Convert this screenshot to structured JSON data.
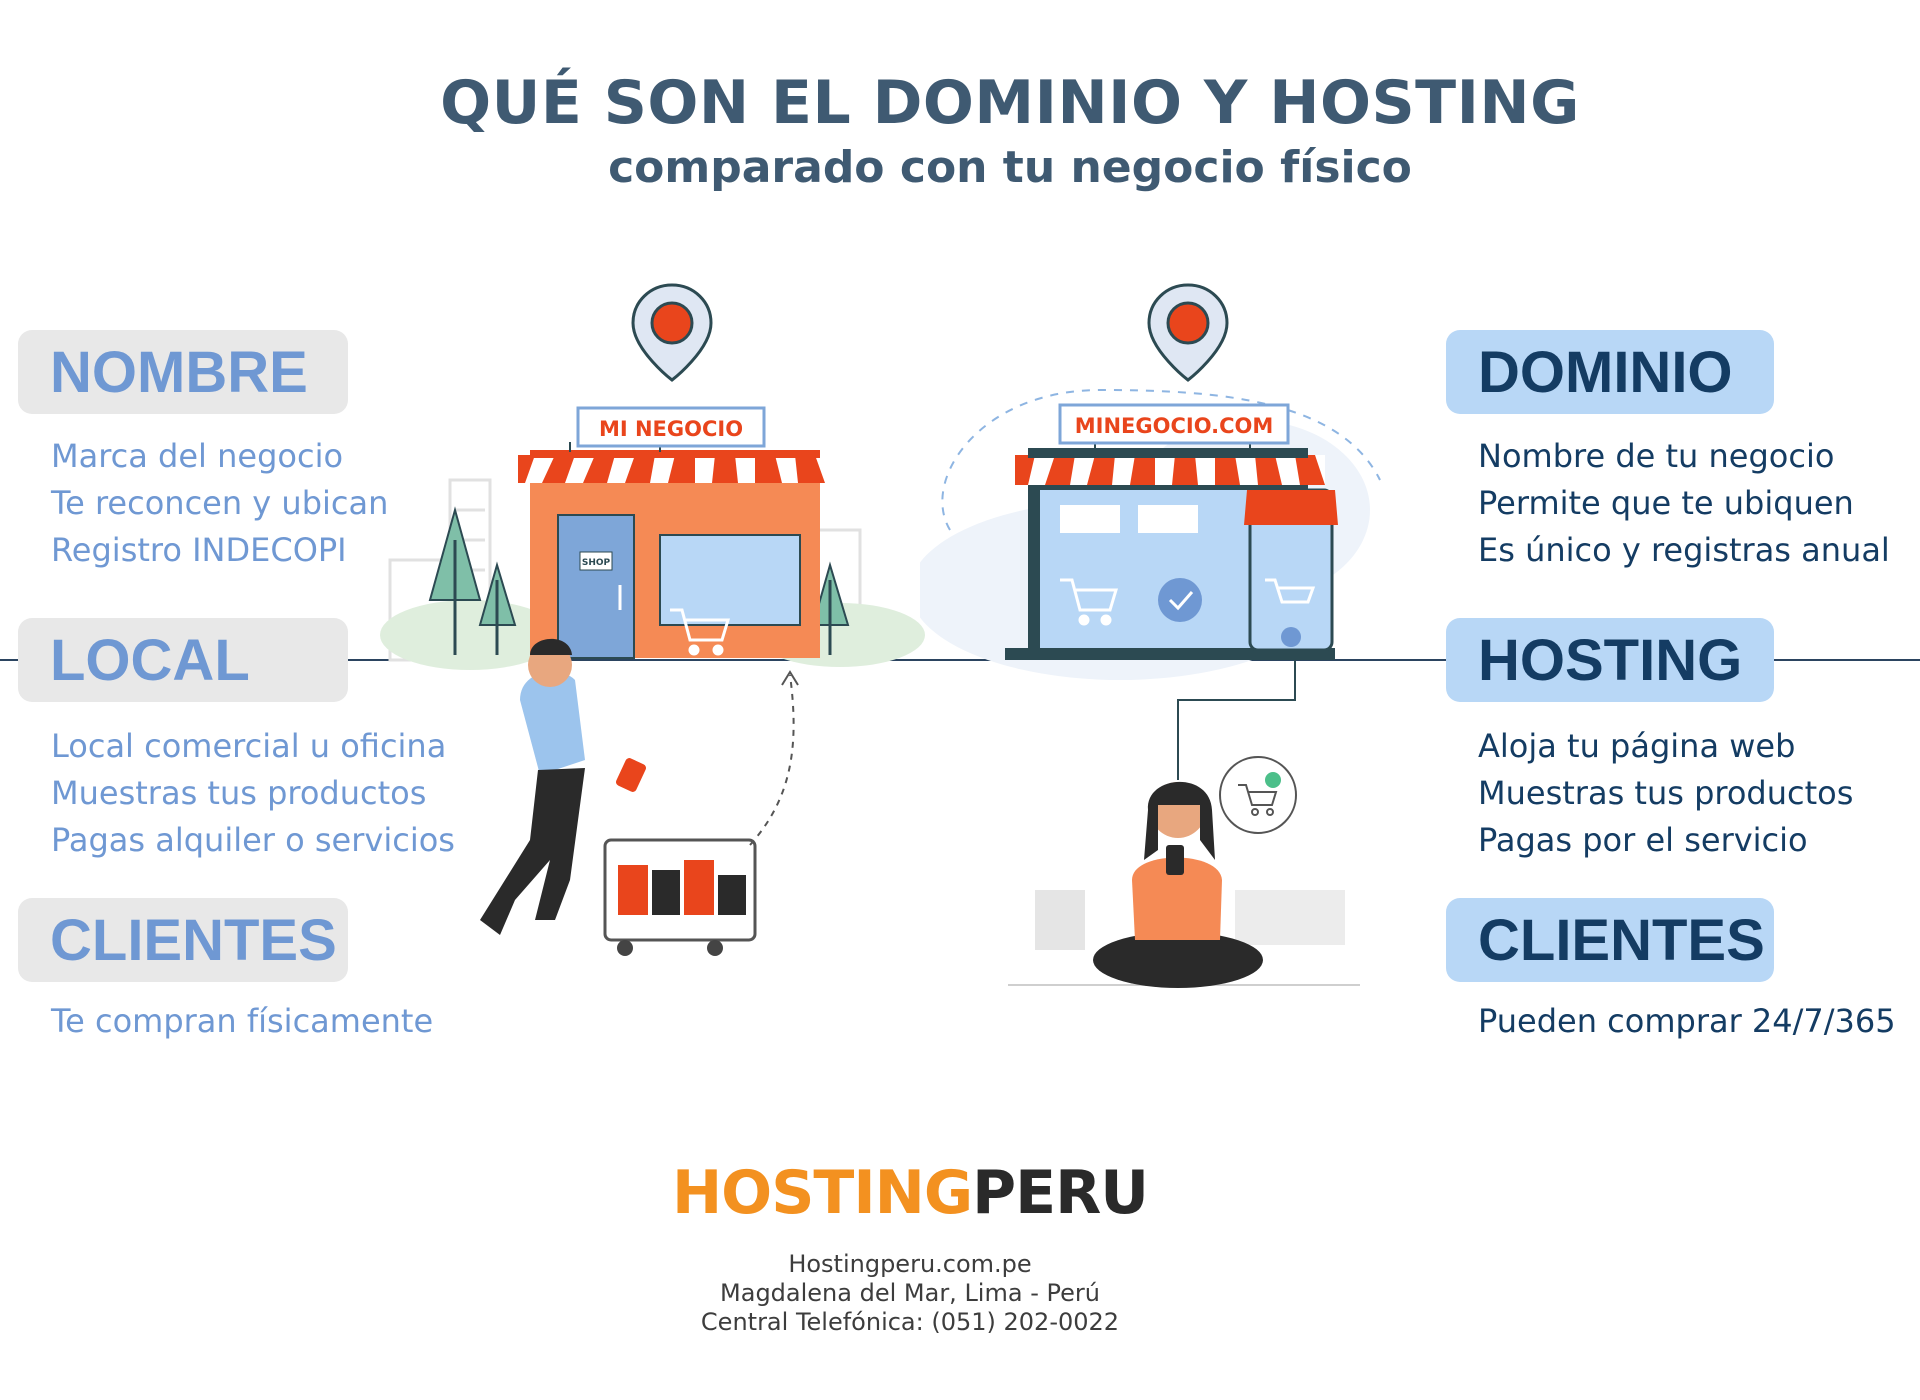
{
  "header": {
    "title": "QUÉ SON EL DOMINIO Y HOSTING",
    "subtitle": "comparado con tu negocio físico"
  },
  "left": {
    "sections": [
      {
        "label": "NOMBRE",
        "items": [
          "Marca del negocio",
          "Te reconcen y ubican",
          "Registro INDECOPI"
        ]
      },
      {
        "label": "LOCAL",
        "items": [
          "Local comercial u oficina",
          "Muestras tus productos",
          "Pagas alquiler o servicios"
        ]
      },
      {
        "label": "CLIENTES",
        "items": [
          "Te compran físicamente"
        ]
      }
    ]
  },
  "right": {
    "sections": [
      {
        "label": "DOMINIO",
        "items": [
          "Nombre de tu negocio",
          "Permite que te ubiquen",
          "Es único y registras anual"
        ]
      },
      {
        "label": "HOSTING",
        "items": [
          "Aloja tu página web",
          "Muestras tus productos",
          "Pagas por el servicio"
        ]
      },
      {
        "label": "CLIENTES",
        "items": [
          "Pueden comprar 24/7/365"
        ]
      }
    ]
  },
  "illustration": {
    "physical_sign": "MI NEGOCIO",
    "door_sign": "SHOP",
    "online_sign": "MINEGOCIO.COM",
    "icons": [
      "map-pin-icon",
      "shopping-cart-icon",
      "check-icon",
      "tree-icon",
      "storefront-icon",
      "laptop-icon",
      "phone-icon"
    ]
  },
  "footer": {
    "brand_part1": "HOSTING",
    "brand_part2": "PERU",
    "website": "Hostingperu.com.pe",
    "address": "Magdalena del Mar, Lima - Perú",
    "phone": "Central Telefónica: (051) 202-0022"
  },
  "colors": {
    "title": "#3f5a72",
    "left_text": "#6f98d3",
    "right_text": "#143c63",
    "left_pill": "#e8e8e8",
    "right_pill": "#b8d7f6",
    "brand_orange": "#f39120",
    "awning_red": "#e9451c"
  }
}
